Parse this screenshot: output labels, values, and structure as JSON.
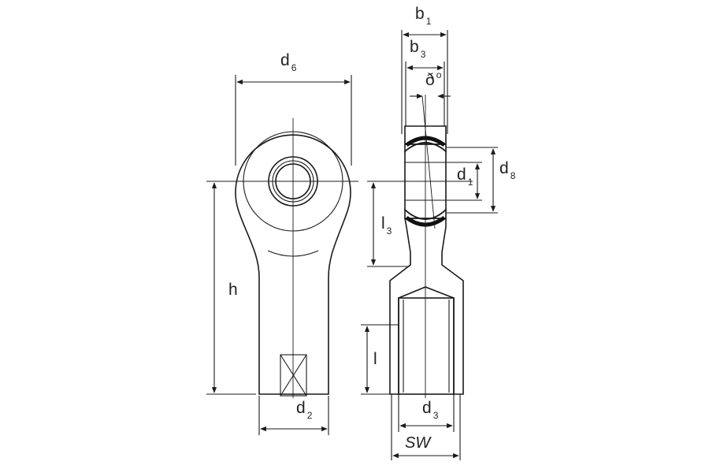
{
  "diagram": {
    "labels": {
      "d6": {
        "main": "d",
        "sub": "6"
      },
      "h": {
        "main": "h"
      },
      "d2": {
        "main": "d",
        "sub": "2"
      },
      "b1": {
        "main": "b",
        "sub": "1"
      },
      "b3": {
        "main": "b",
        "sub": "3"
      },
      "alpha": {
        "main": "ð",
        "sup": "o"
      },
      "d1": {
        "main": "d",
        "sub": "1"
      },
      "d8": {
        "main": "d",
        "sub": "8"
      },
      "l3": {
        "main": "l",
        "sub": "3"
      },
      "l": {
        "main": "l"
      },
      "d3": {
        "main": "d",
        "sub": "3"
      },
      "sw": {
        "main": "SW"
      }
    },
    "colors": {
      "line": "#1a1a1a",
      "hatch": "#1a1a1a",
      "background": "#ffffff"
    }
  }
}
